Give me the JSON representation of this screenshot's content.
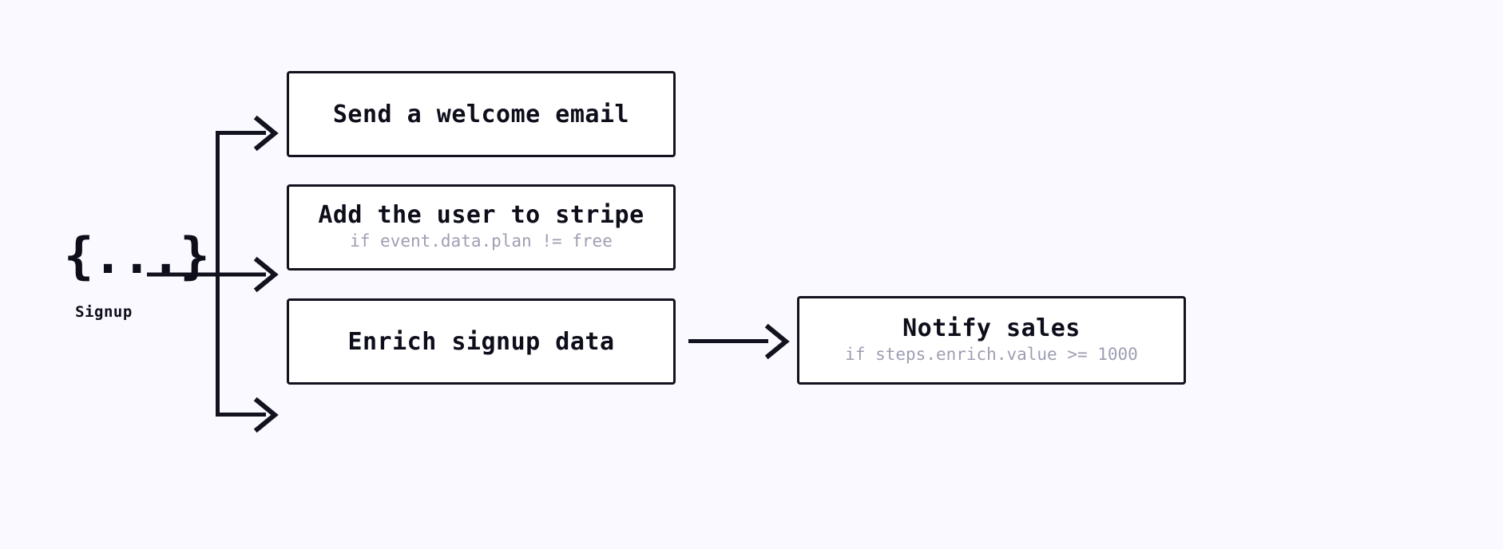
{
  "diagram": {
    "type": "workflow-branch-diagram",
    "background_color": "#faf9ff",
    "line_color": "#12131f",
    "box_fill": "#ffffff",
    "subtitle_color": "#9e9eb3",
    "trigger": {
      "glyph": "{...}",
      "label": "Signup",
      "icon_name": "json-braces-icon"
    },
    "steps": [
      {
        "id": "welcome",
        "title": "Send a welcome email",
        "subtitle": ""
      },
      {
        "id": "stripe",
        "title": "Add the user to stripe",
        "subtitle": "if event.data.plan != free"
      },
      {
        "id": "enrich",
        "title": "Enrich signup data",
        "subtitle": ""
      },
      {
        "id": "notify",
        "title": "Notify sales",
        "subtitle": "if steps.enrich.value >= 1000"
      }
    ],
    "connections": [
      {
        "from": "trigger",
        "to": "welcome"
      },
      {
        "from": "trigger",
        "to": "stripe"
      },
      {
        "from": "trigger",
        "to": "enrich"
      },
      {
        "from": "enrich",
        "to": "notify"
      }
    ]
  }
}
